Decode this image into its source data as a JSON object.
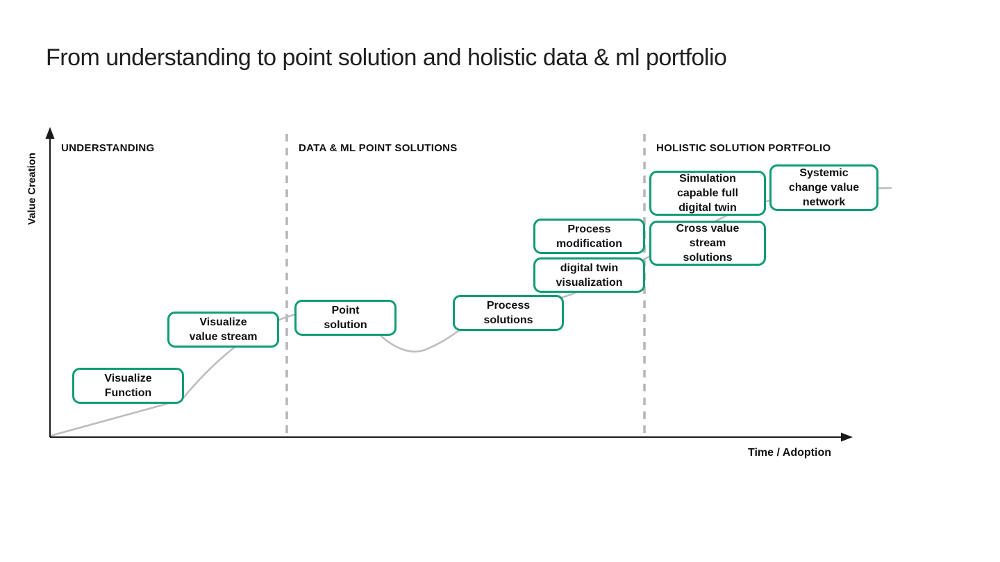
{
  "title": "From understanding to point solution and holistic data & ml portfolio",
  "axes": {
    "y_label": "Value Creation",
    "x_label": "Time / Adoption"
  },
  "phases": [
    {
      "label": "UNDERSTANDING"
    },
    {
      "label": "DATA & ML POINT SOLUTIONS"
    },
    {
      "label": "HOLISTIC SOLUTION PORTFOLIO"
    }
  ],
  "milestones": [
    {
      "label": "Visualize\nFunction"
    },
    {
      "label": "Visualize\nvalue stream"
    },
    {
      "label": "Point\nsolution"
    },
    {
      "label": "Process\nsolutions"
    },
    {
      "label": "digital twin\nvisualization"
    },
    {
      "label": "Process\nmodification"
    },
    {
      "label": "Cross value\nstream\nsolutions"
    },
    {
      "label": "Simulation\ncapable full\ndigital twin"
    },
    {
      "label": "Systemic\nchange value\nnetwork"
    }
  ],
  "colors": {
    "box_border_green": "#0f9c72",
    "curve_gray": "#bdbdbd",
    "divider_gray": "#b5b5b5",
    "axis_black": "#1a1a1a",
    "text_black": "#111111"
  }
}
